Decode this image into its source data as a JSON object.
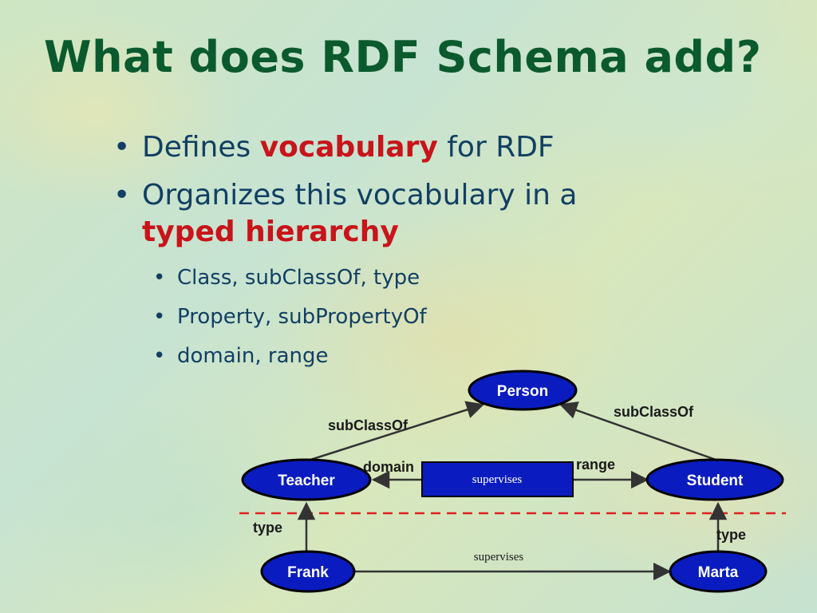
{
  "slide": {
    "title": "What does RDF Schema add?",
    "bullets": [
      {
        "before": "Defines ",
        "highlight": "vocabulary",
        "after": " for RDF"
      },
      {
        "before": "Organizes this vocabulary in a ",
        "highlight": "typed hierarchy",
        "after": ""
      }
    ],
    "sub_bullets": [
      "Class, subClassOf, type",
      "Property, subPropertyOf",
      "domain, range"
    ]
  },
  "diagram": {
    "nodes": {
      "person": "Person",
      "teacher": "Teacher",
      "student": "Student",
      "frank": "Frank",
      "marta": "Marta"
    },
    "property_box": "supervises",
    "edges": {
      "subclass_left": "subClassOf",
      "subclass_right": "subClassOf",
      "domain": "domain",
      "range": "range",
      "type_left": "type",
      "type_right": "type",
      "supervises_instance": "supervises"
    },
    "colors": {
      "node_fill": "#0a1cc0",
      "node_stroke": "#000000",
      "arrow": "#333333",
      "divider": "#e02020",
      "highlight": "#c8141a",
      "title": "#0b5a2e",
      "text": "#123f63"
    }
  }
}
